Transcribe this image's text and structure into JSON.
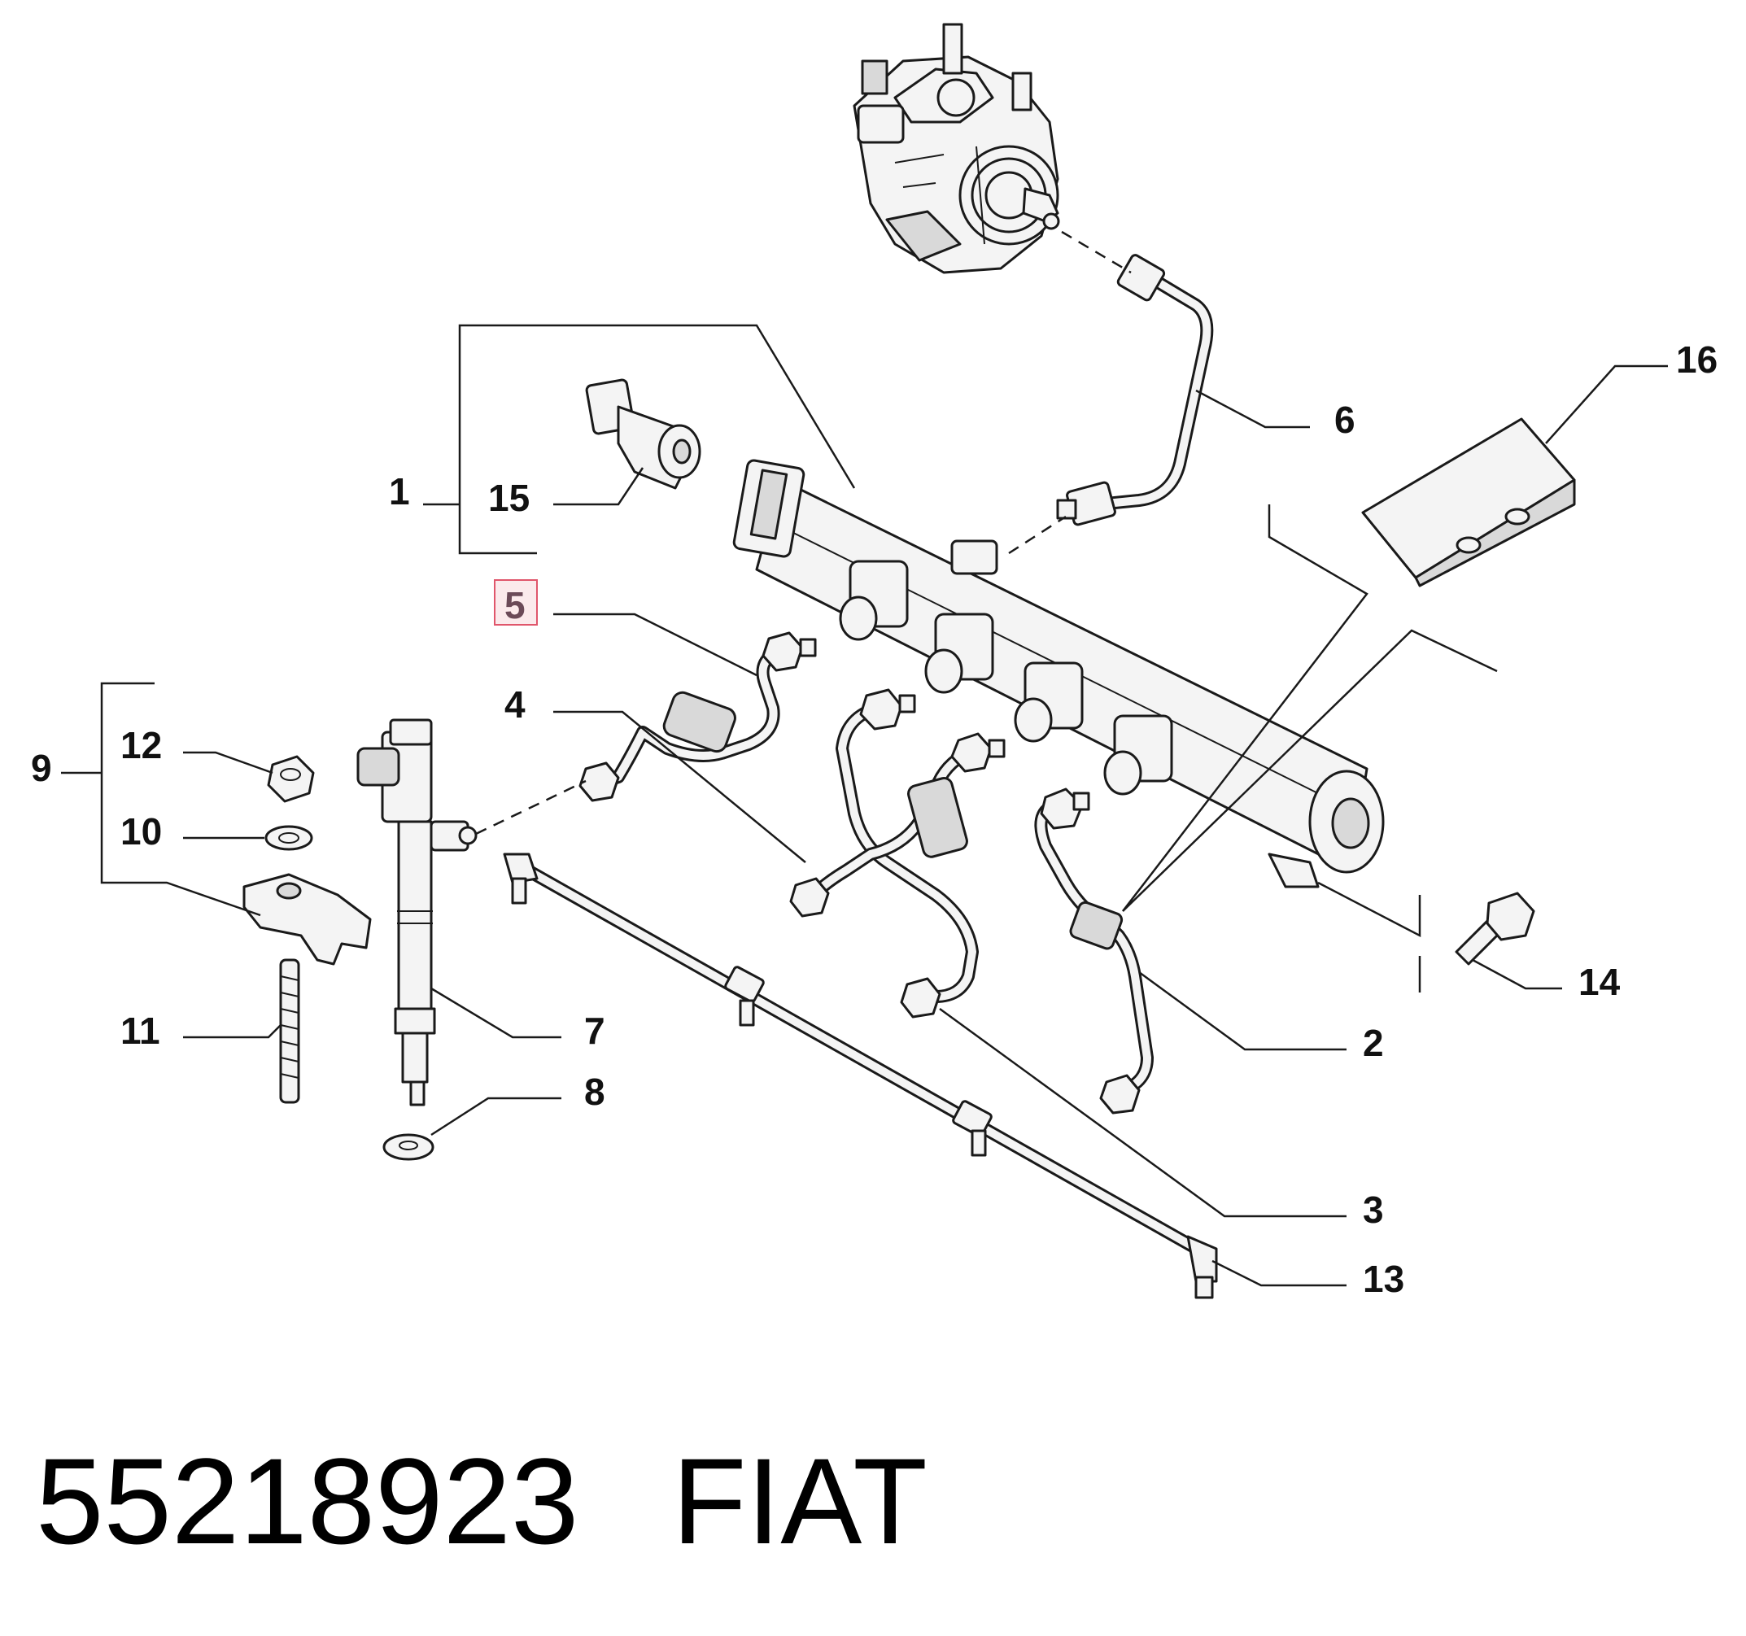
{
  "footer": {
    "part_number": "55218923",
    "brand": "FIAT"
  },
  "selected_callout": "5",
  "highlight_color": "#e0566b",
  "callouts": [
    {
      "id": "c1",
      "label": "1"
    },
    {
      "id": "c2",
      "label": "2"
    },
    {
      "id": "c3",
      "label": "3"
    },
    {
      "id": "c4",
      "label": "4"
    },
    {
      "id": "c5",
      "label": "5"
    },
    {
      "id": "c6",
      "label": "6"
    },
    {
      "id": "c7",
      "label": "7"
    },
    {
      "id": "c8",
      "label": "8"
    },
    {
      "id": "c9",
      "label": "9"
    },
    {
      "id": "c10",
      "label": "10"
    },
    {
      "id": "c11",
      "label": "11"
    },
    {
      "id": "c12",
      "label": "12"
    },
    {
      "id": "c13",
      "label": "13"
    },
    {
      "id": "c14",
      "label": "14"
    },
    {
      "id": "c15",
      "label": "15"
    },
    {
      "id": "c16",
      "label": "16"
    }
  ]
}
